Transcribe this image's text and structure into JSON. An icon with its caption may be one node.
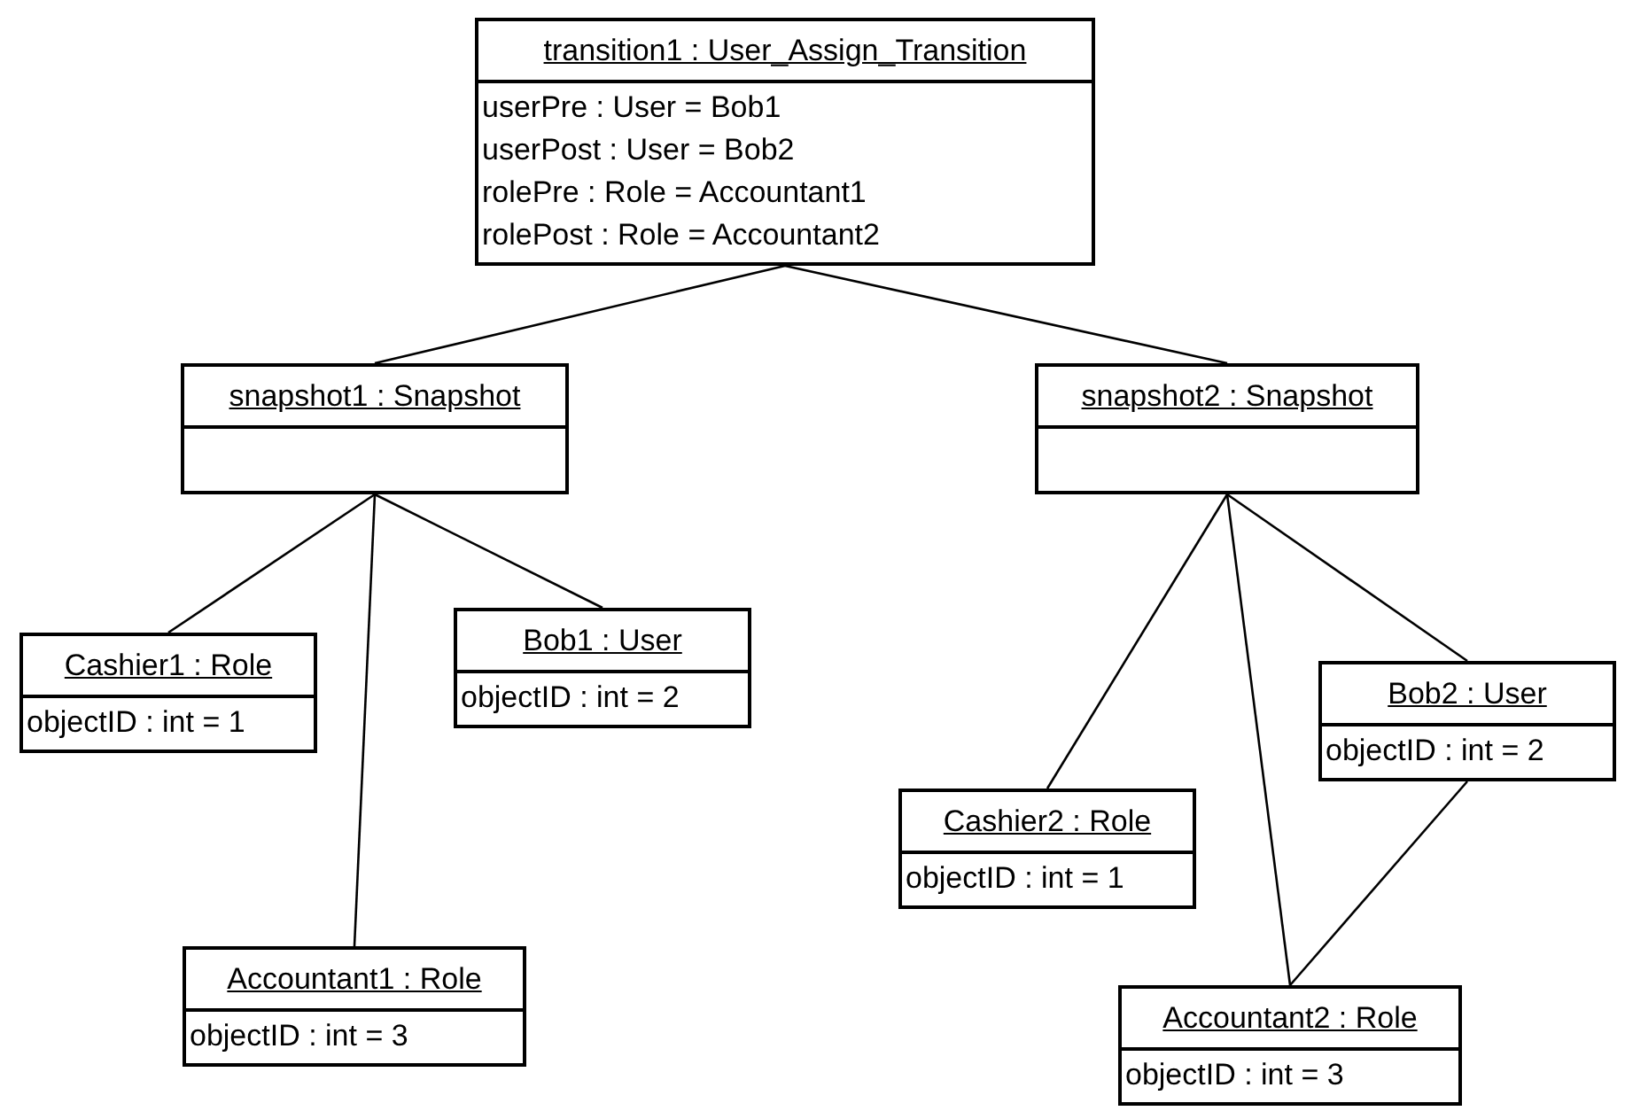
{
  "diagram": {
    "nodes": [
      {
        "text": [
          "transition1 : User_Assign_Transition",
          "userPre : User = Bob1",
          "userPost : User = Bob2",
          "rolePre : Role = Accountant1",
          "rolePost : Role = Accountant2"
        ]
      },
      {
        "text": [
          "snapshot1 : Snapshot"
        ]
      },
      {
        "text": [
          "snapshot2 : Snapshot"
        ]
      },
      {
        "text": [
          "Cashier1 : Role",
          "objectID : int = 1"
        ]
      },
      {
        "text": [
          "Bob1 : User",
          "objectID : int = 2"
        ]
      },
      {
        "text": [
          "Accountant1 : Role",
          "objectID : int = 3"
        ]
      },
      {
        "text": [
          "Cashier2 : Role",
          "objectID : int = 1"
        ]
      },
      {
        "text": [
          "Bob2 : User",
          "objectID : int = 2"
        ]
      },
      {
        "text": [
          "Accountant2 : Role",
          "objectID : int = 3"
        ]
      }
    ],
    "edges": [
      {
        "from": 0,
        "to": 1,
        "arrow": "none"
      },
      {
        "from": 0,
        "to": 2,
        "arrow": "none"
      },
      {
        "from": 1,
        "to": 3,
        "arrow": "none"
      },
      {
        "from": 1,
        "to": 5,
        "arrow": "none"
      },
      {
        "from": 1,
        "to": 4,
        "arrow": "none"
      },
      {
        "from": 2,
        "to": 6,
        "arrow": "none"
      },
      {
        "from": 2,
        "to": 8,
        "arrow": "none"
      },
      {
        "from": 2,
        "to": 7,
        "arrow": "none"
      },
      {
        "from": 7,
        "to": 8,
        "arrow": "none"
      }
    ]
  }
}
